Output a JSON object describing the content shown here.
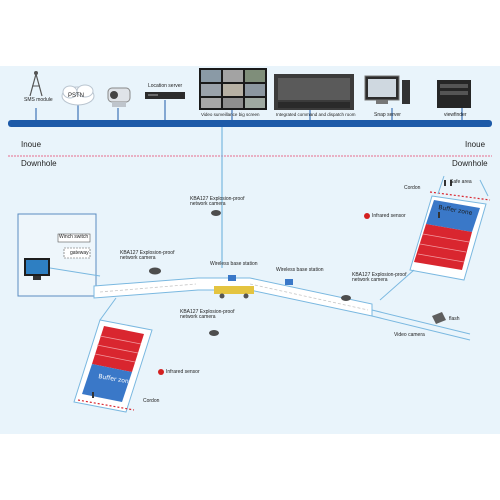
{
  "colors": {
    "background_panel": "#e9f4fb",
    "blue_bar": "#1d5aa8",
    "tunnel_line": "#7ab8e0",
    "red_zone": "#d9262f",
    "blue_zone": "#3a78c8",
    "sensor_dot": "#d32020",
    "divider_line": "#e86b8e"
  },
  "top": {
    "sms_module": "SMS module",
    "pstn": "PSTN",
    "location_server": "Location server",
    "video_wall": "Video surveillance big screen",
    "command_room": "Integrated command and dispatch room",
    "snap_server": "Snap server",
    "viewfinder": "viewfinder"
  },
  "divider": {
    "left_inoue": "Inoue",
    "right_inoue": "Inoue",
    "left_downhole": "Downhole",
    "right_downhole": "Downhole"
  },
  "downhole": {
    "camera_top_label": "KBA127 Explosion-proof network camera",
    "camera_left_label": "KBA127 Explosion-proof network camera",
    "camera_right_label": "KBA127 Explosion-proof network camera",
    "camera_mid_label": "KBA127 Explosion-proof network camera",
    "wireless_1": "Wireless base station",
    "wireless_2": "Wireless base station",
    "winch_switch": "Winch switch",
    "gateway": "gateway",
    "safe_area": "Safe area",
    "cordon_top": "Cordon",
    "cordon_bottom": "Cordon",
    "infrared_top": "Infrared sensor",
    "infrared_bottom": "Infrared sensor",
    "buffer_top": "Buffer zone",
    "buffer_bottom": "Buffer zone",
    "flash": "flash",
    "video_camera": "Video camera"
  },
  "icons": [
    "antenna-icon",
    "ptz-camera-icon",
    "rack-server-icon",
    "video-wall-icon",
    "console-icon",
    "pc-icon",
    "tower-server-icon",
    "dome-camera-icon",
    "wireless-station-icon",
    "monitor-icon",
    "person-icon",
    "cart-icon",
    "flash-icon"
  ]
}
